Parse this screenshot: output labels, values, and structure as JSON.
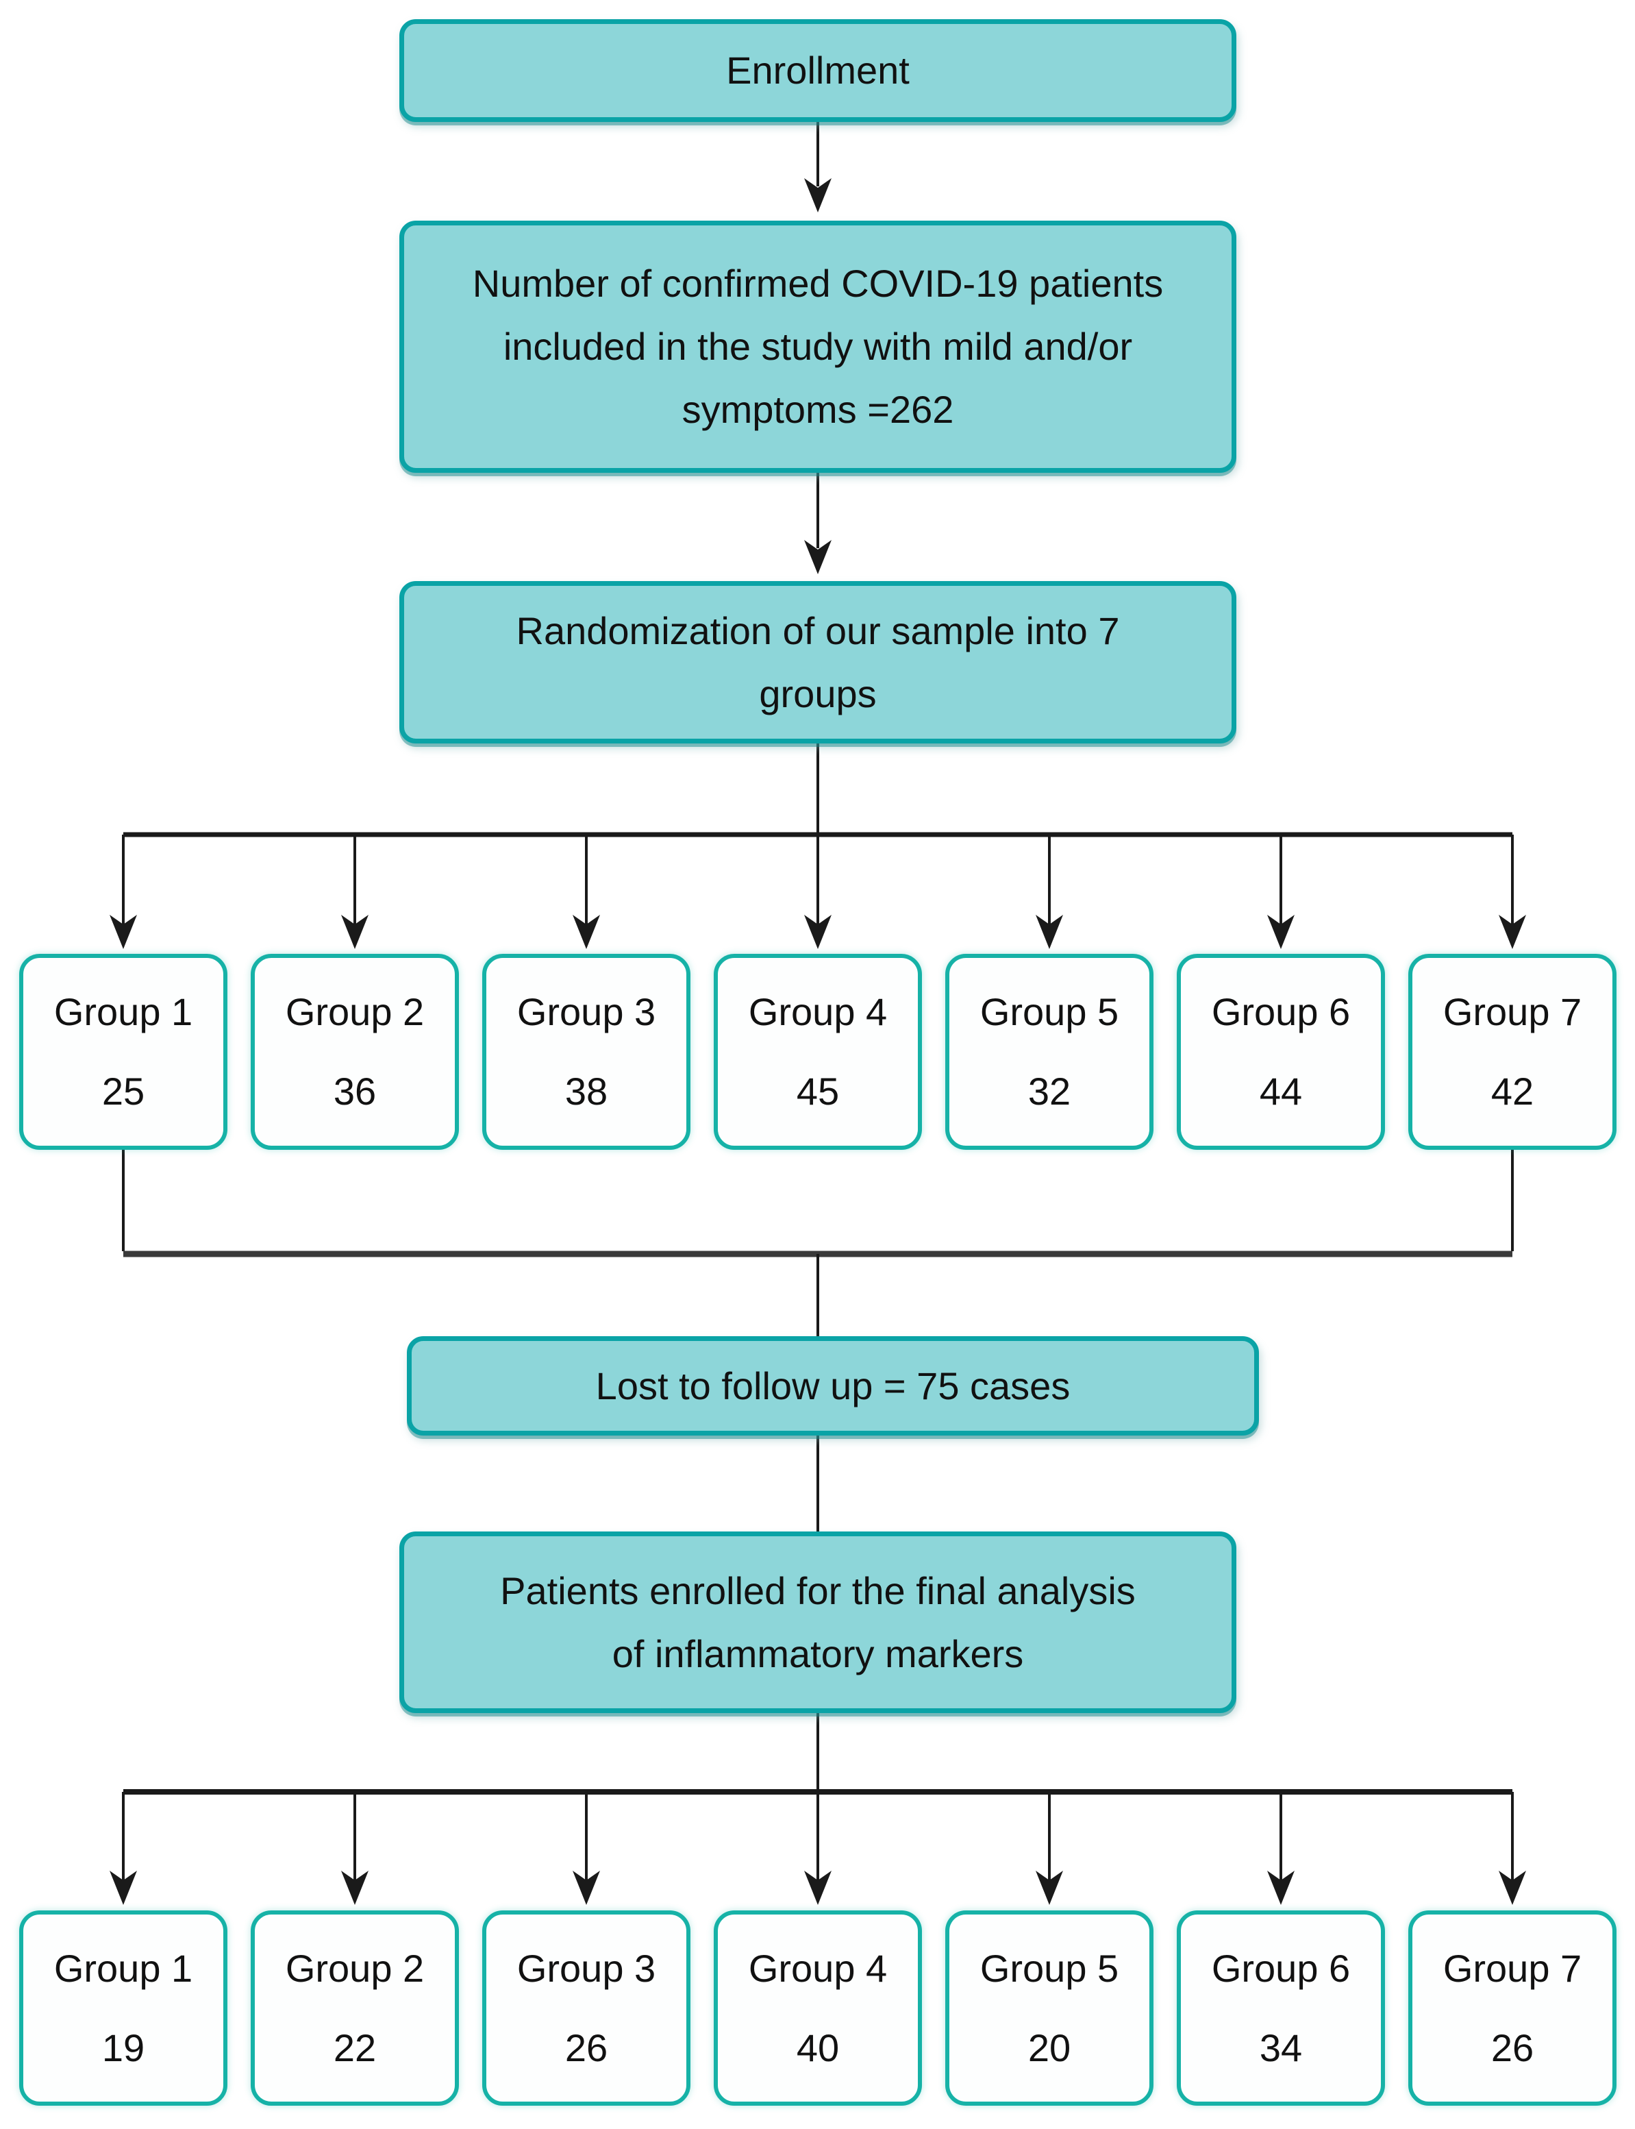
{
  "colors": {
    "teal_fill": "#8dd6d9",
    "teal_border": "#0aa3a6",
    "group_border": "#16b2a7",
    "line": "#1a1a1a",
    "merge_line": "#3a3a3a",
    "text": "#111111"
  },
  "nodes": {
    "enrollment": {
      "text": "Enrollment"
    },
    "confirmed": {
      "text": "Number of confirmed COVID-19 patients\nincluded in the study with mild and/or\nsymptoms =262"
    },
    "randomization": {
      "text": "Randomization of our sample into 7\ngroups"
    },
    "lost_followup": {
      "text": "Lost to follow up = 75 cases"
    },
    "final_analysis": {
      "text": "Patients enrolled for the final analysis\nof inflammatory markers"
    }
  },
  "randomized_total": "262",
  "lost_count": "75",
  "randomized_groups": [
    {
      "label": "Group 1",
      "count": "25"
    },
    {
      "label": "Group 2",
      "count": "36"
    },
    {
      "label": "Group 3",
      "count": "38"
    },
    {
      "label": "Group 4",
      "count": "45"
    },
    {
      "label": "Group 5",
      "count": "32"
    },
    {
      "label": "Group 6",
      "count": "44"
    },
    {
      "label": "Group 7",
      "count": "42"
    }
  ],
  "final_groups": [
    {
      "label": "Group 1",
      "count": "19"
    },
    {
      "label": "Group 2",
      "count": "22"
    },
    {
      "label": "Group 3",
      "count": "26"
    },
    {
      "label": "Group 4",
      "count": "40"
    },
    {
      "label": "Group 5",
      "count": "20"
    },
    {
      "label": "Group 6",
      "count": "34"
    },
    {
      "label": "Group 7",
      "count": "26"
    }
  ]
}
